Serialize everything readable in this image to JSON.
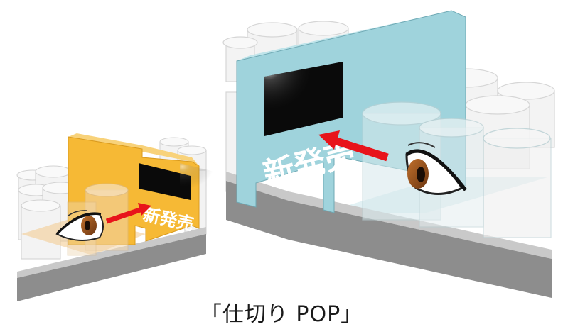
{
  "caption": "「仕切り POP」",
  "left_scene": {
    "pop_text": "新発売",
    "pop_color": "#F6B935",
    "pop_side_color": "#D99A1E"
  },
  "right_scene": {
    "pop_text": "新発売",
    "pop_color": "#9FD3DC",
    "pop_side_color": "#7FB9C4"
  },
  "colors": {
    "shelf": "#8C8C8C",
    "shelf_top": "#B5B5B5",
    "arrow": "#E8141B",
    "screen": "#0A0A0A",
    "iris": "#8B4A1B"
  }
}
